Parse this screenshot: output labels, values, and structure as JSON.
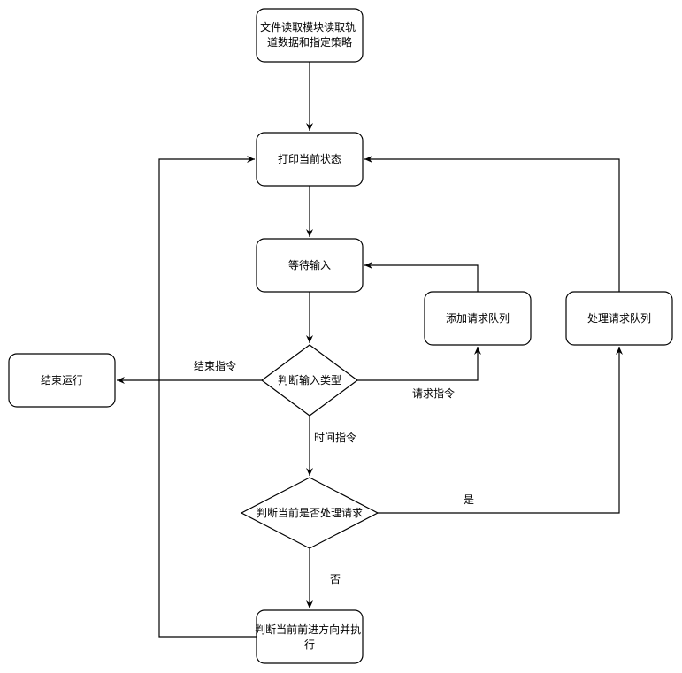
{
  "nodes": {
    "read_file": {
      "lines": [
        "文件读取模块读取轨",
        "道数据和指定策略"
      ]
    },
    "print_state": {
      "lines": [
        "打印当前状态"
      ]
    },
    "wait_input": {
      "lines": [
        "等待输入"
      ]
    },
    "judge_input": {
      "lines": [
        "判断输入类型"
      ]
    },
    "add_queue": {
      "lines": [
        "添加请求队列"
      ]
    },
    "process_queue": {
      "lines": [
        "处理请求队列"
      ]
    },
    "end_run": {
      "lines": [
        "结束运行"
      ]
    },
    "judge_process": {
      "lines": [
        "判断当前是否处理请求"
      ]
    },
    "judge_direction": {
      "lines": [
        "判断当前前进方向并执",
        "行"
      ]
    }
  },
  "edge_labels": {
    "end_cmd": "结束指令",
    "request_cmd": "请求指令",
    "time_cmd": "时间指令",
    "yes": "是",
    "no": "否"
  }
}
